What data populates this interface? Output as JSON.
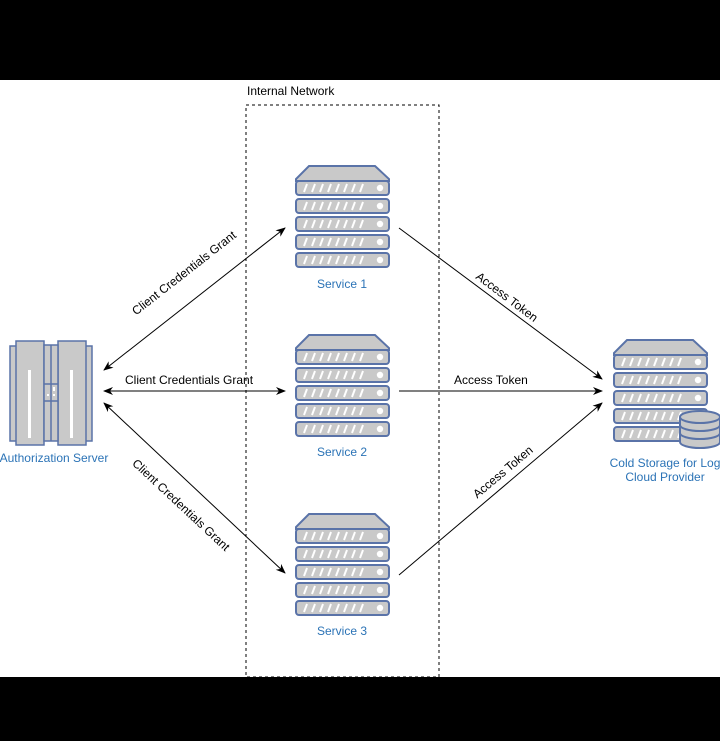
{
  "diagram": {
    "group_label": "Internal Network",
    "nodes": {
      "auth": {
        "label": "Authorization Server"
      },
      "service1": {
        "label": "Service 1"
      },
      "service2": {
        "label": "Service 2"
      },
      "service3": {
        "label": "Service 3"
      },
      "storage": {
        "label_line1": "Cold Storage for Log",
        "label_line2": "Cloud Provider"
      }
    },
    "edges": {
      "grant1": "Client Credentials Grant",
      "grant2": "Client Credentials Grant",
      "grant3": "Client Credentials Grant",
      "token1": "Access Token",
      "token2": "Access Token",
      "token3": "Access Token"
    },
    "colors": {
      "icon_fill": "#c9c9c9",
      "icon_stroke": "#5a73a8",
      "label_blue": "#2b73b6"
    }
  }
}
